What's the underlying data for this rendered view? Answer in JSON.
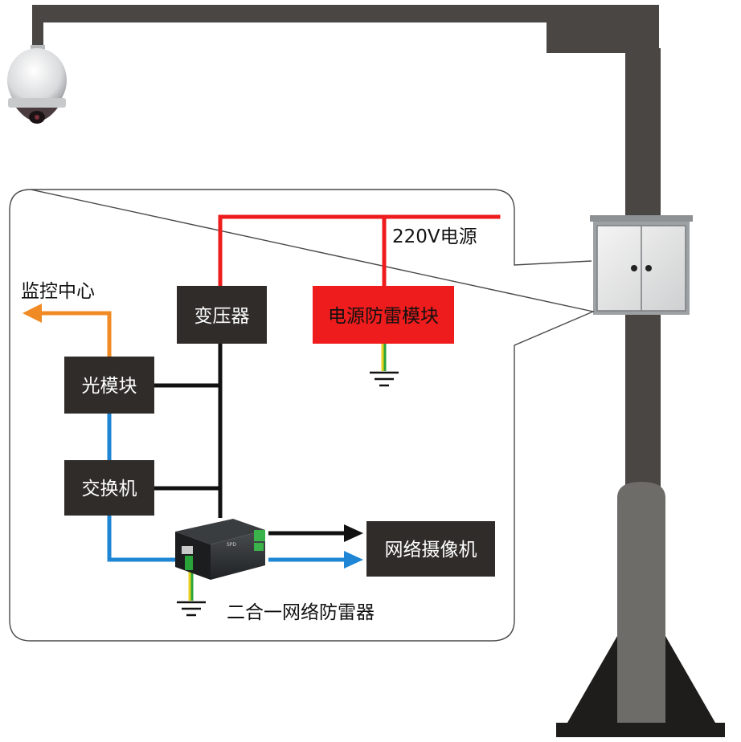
{
  "labels": {
    "power_source": "220V电源",
    "monitoring_center": "监控中心",
    "transformer": "变压器",
    "power_surge_module": "电源防雷模块",
    "optical_module": "光模块",
    "switch": "交换机",
    "network_camera": "网络摄像机",
    "surge_protector": "二合一网络防雷器"
  },
  "colors": {
    "power_line": "#ee1c1c",
    "fiber_line": "#f08a24",
    "network_line": "#1e86d4",
    "bus_line": "#111111",
    "box_dark": "#2f2c2a",
    "box_red": "#ee1c1c",
    "pole": "#4a4644",
    "pole_base": "#6e6c69",
    "ground_green": "#2aa43a",
    "ground_yellow": "#e6d21e"
  },
  "icons": {
    "camera": "dome-camera-icon",
    "cabinet": "cabinet-icon",
    "ground": "ground-icon",
    "surge_device": "surge-protector-device-icon"
  }
}
